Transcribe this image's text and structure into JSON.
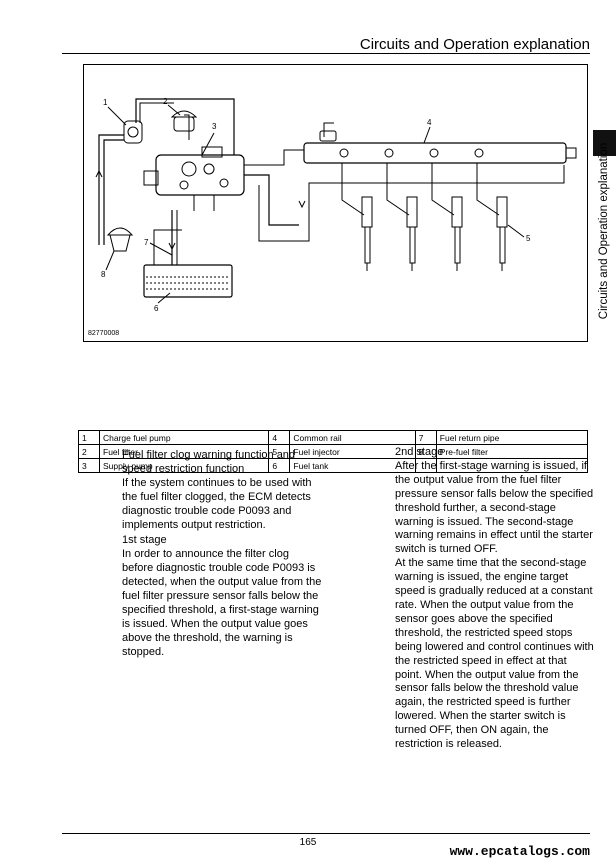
{
  "header": {
    "title": "Circuits and Operation explanation"
  },
  "side_tab": {
    "text": "Circuits and Operation explanation"
  },
  "diagram": {
    "figure_code": "82770008",
    "callouts": [
      "1",
      "2",
      "3",
      "4",
      "5",
      "6",
      "7",
      "8"
    ]
  },
  "legend": {
    "rows": [
      [
        {
          "n": "1",
          "label": "Charge fuel pump"
        },
        {
          "n": "4",
          "label": "Common rail"
        },
        {
          "n": "7",
          "label": "Fuel return pipe"
        }
      ],
      [
        {
          "n": "2",
          "label": "Fuel filter"
        },
        {
          "n": "5",
          "label": "Fuel injector"
        },
        {
          "n": "8",
          "label": "Pre-fuel filter"
        }
      ],
      [
        {
          "n": "3",
          "label": "Supply pump"
        },
        {
          "n": "6",
          "label": "Fuel tank"
        },
        {
          "n": "",
          "label": ""
        }
      ]
    ]
  },
  "left_column": {
    "heading_line1": "Fuel filter clog warning function and",
    "heading_line2": "speed restriction function",
    "intro": "If the system continues to be used with the fuel filter clogged, the ECM detects diagnostic trouble code P0093 and implements output restriction.",
    "stage1_title": "1st stage",
    "stage1_text": "In order to announce the filter clog before diagnostic trouble code P0093 is detected, when the output value from the fuel filter pressure sensor falls below the specified threshold, a first-stage warning is issued. When the output value goes above the threshold, the warning is stopped."
  },
  "right_column": {
    "stage2_title": "2nd stage",
    "stage2_text1": "After the first-stage warning is issued, if the output value from the fuel filter pressure sensor falls below the specified threshold further, a second-stage warning is issued. The second-stage warning remains in effect until the starter switch is turned OFF.",
    "stage2_text2": "At the same time that the second-stage warning is issued, the engine target speed is gradually reduced at a constant rate. When the output value from the sensor goes above the specified threshold, the restricted speed stops being lowered and control continues with the restricted speed in effect at that point. When the output value from the sensor falls below the threshold value again, the restricted speed is further lowered. When the starter switch is turned OFF, then ON again, the restriction is released."
  },
  "footer": {
    "page_number": "165",
    "watermark": "www.epcatalogs.com"
  }
}
